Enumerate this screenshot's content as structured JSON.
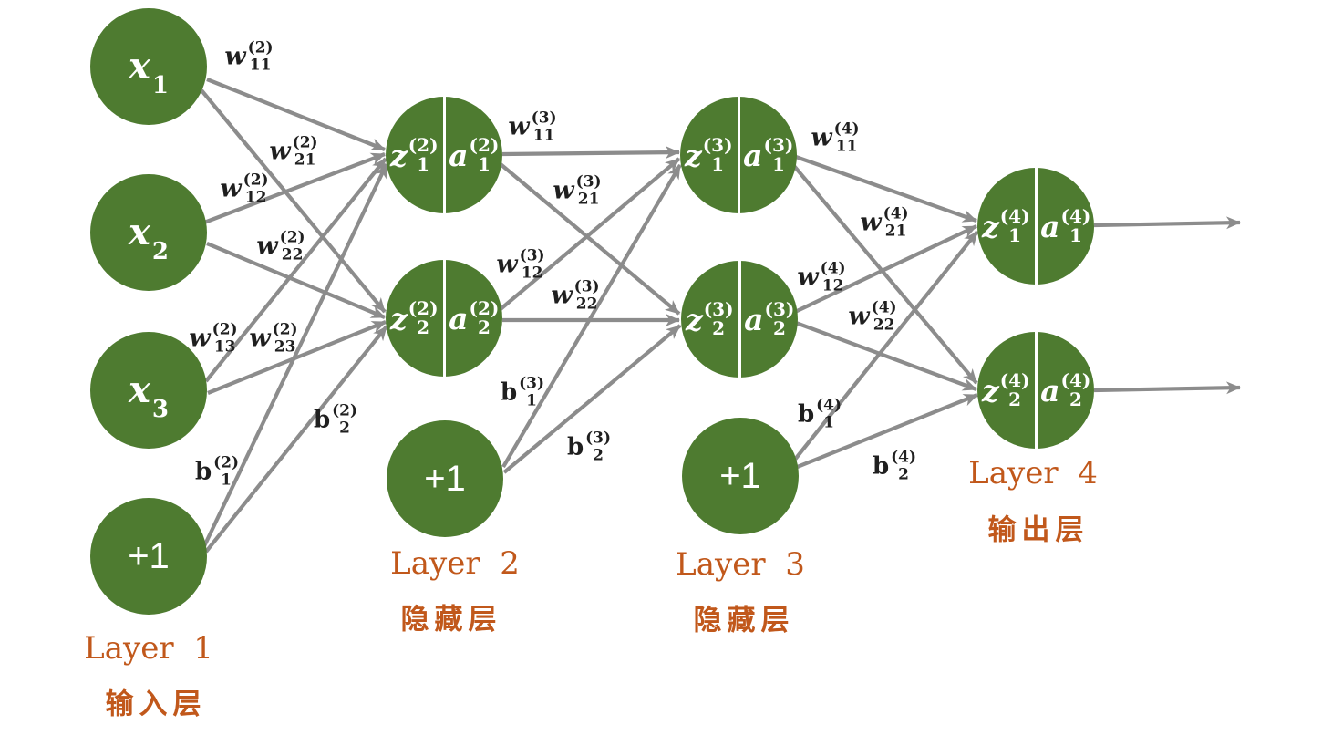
{
  "diagram_title": "4-layer fully connected neural network",
  "colors": {
    "node-green": "#4e7b30",
    "label-orange": "#c1581b",
    "edge-gray": "#8c8c8c",
    "formula-black": "#1f1f1f",
    "node-text": "#ffffff",
    "background": "#ffffff"
  },
  "layers": [
    {
      "name": "Layer  1",
      "subtitle": "输入层"
    },
    {
      "name": "Layer  2",
      "subtitle": "隐藏层"
    },
    {
      "name": "Layer  3",
      "subtitle": "隐藏层"
    },
    {
      "name": "Layer  4",
      "subtitle": "输出层"
    }
  ],
  "nodes": {
    "x1": {
      "base": "x",
      "sub": "1"
    },
    "x2": {
      "base": "x",
      "sub": "2"
    },
    "x3": {
      "base": "x",
      "sub": "3"
    },
    "bias1": "+1",
    "bias2": "+1",
    "bias3": "+1",
    "l2n1": {
      "z": {
        "base": "z",
        "sup": "(2)",
        "sub": "1"
      },
      "a": {
        "base": "a",
        "sup": "(2)",
        "sub": "1"
      }
    },
    "l2n2": {
      "z": {
        "base": "z",
        "sup": "(2)",
        "sub": "2"
      },
      "a": {
        "base": "a",
        "sup": "(2)",
        "sub": "2"
      }
    },
    "l3n1": {
      "z": {
        "base": "z",
        "sup": "(3)",
        "sub": "1"
      },
      "a": {
        "base": "a",
        "sup": "(3)",
        "sub": "1"
      }
    },
    "l3n2": {
      "z": {
        "base": "z",
        "sup": "(3)",
        "sub": "2"
      },
      "a": {
        "base": "a",
        "sup": "(3)",
        "sub": "2"
      }
    },
    "l4n1": {
      "z": {
        "base": "z",
        "sup": "(4)",
        "sub": "1"
      },
      "a": {
        "base": "a",
        "sup": "(4)",
        "sub": "1"
      }
    },
    "l4n2": {
      "z": {
        "base": "z",
        "sup": "(4)",
        "sub": "2"
      },
      "a": {
        "base": "a",
        "sup": "(4)",
        "sub": "2"
      }
    }
  },
  "weights": {
    "w2_11": {
      "base": "w",
      "sup": "(2)",
      "sub": "11"
    },
    "w2_21": {
      "base": "w",
      "sup": "(2)",
      "sub": "21"
    },
    "w2_12": {
      "base": "w",
      "sup": "(2)",
      "sub": "12"
    },
    "w2_22": {
      "base": "w",
      "sup": "(2)",
      "sub": "22"
    },
    "w2_13": {
      "base": "w",
      "sup": "(2)",
      "sub": "13"
    },
    "w2_23": {
      "base": "w",
      "sup": "(2)",
      "sub": "23"
    },
    "b2_1": {
      "base": "b",
      "sup": "(2)",
      "sub": "1"
    },
    "b2_2": {
      "base": "b",
      "sup": "(2)",
      "sub": "2"
    },
    "w3_11": {
      "base": "w",
      "sup": "(3)",
      "sub": "11"
    },
    "w3_21": {
      "base": "w",
      "sup": "(3)",
      "sub": "21"
    },
    "w3_12": {
      "base": "w",
      "sup": "(3)",
      "sub": "12"
    },
    "w3_22": {
      "base": "w",
      "sup": "(3)",
      "sub": "22"
    },
    "b3_1": {
      "base": "b",
      "sup": "(3)",
      "sub": "1"
    },
    "b3_2": {
      "base": "b",
      "sup": "(3)",
      "sub": "2"
    },
    "w4_11": {
      "base": "w",
      "sup": "(4)",
      "sub": "11"
    },
    "w4_21": {
      "base": "w",
      "sup": "(4)",
      "sub": "21"
    },
    "w4_12": {
      "base": "w",
      "sup": "(4)",
      "sub": "12"
    },
    "w4_22": {
      "base": "w",
      "sup": "(4)",
      "sub": "22"
    },
    "b4_1": {
      "base": "b",
      "sup": "(4)",
      "sub": "1"
    },
    "b4_2": {
      "base": "b",
      "sup": "(4)",
      "sub": "2"
    }
  }
}
